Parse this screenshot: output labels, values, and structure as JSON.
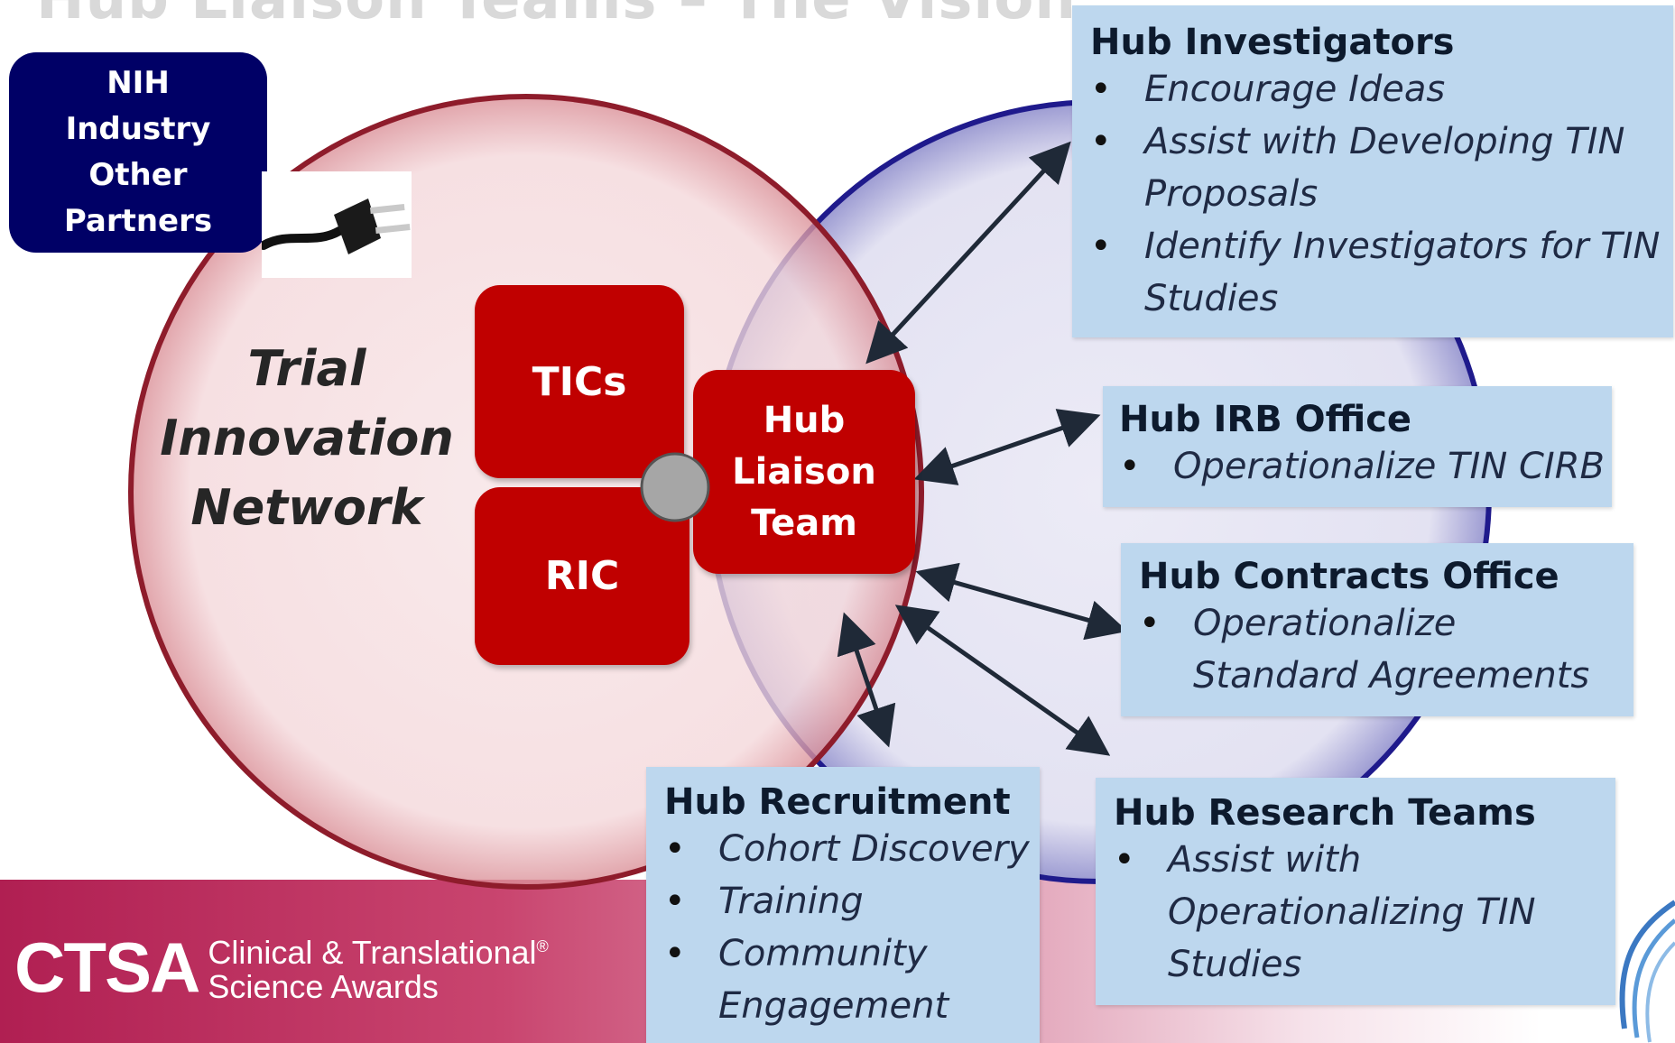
{
  "slide_title": "Hub Liaison Teams – The Vision",
  "partners": {
    "lines": [
      "NIH",
      "Industry",
      "Other",
      "Partners"
    ]
  },
  "network_label": [
    "Trial",
    "Innovation",
    "Network"
  ],
  "blocks": {
    "tics": "TICs",
    "ric": "RIC",
    "hub_liaison": [
      "Hub",
      "Liaison",
      "Team"
    ]
  },
  "boxes": {
    "investigators": {
      "title": "Hub Investigators",
      "items": [
        "Encourage Ideas",
        "Assist with Developing TIN Proposals",
        "Identify Investigators for TIN Studies"
      ]
    },
    "irb": {
      "title": "Hub IRB Office",
      "items": [
        "Operationalize TIN CIRB"
      ]
    },
    "contracts": {
      "title": "Hub Contracts Office",
      "items": [
        "Operationalize Standard Agreements"
      ]
    },
    "recruitment": {
      "title": "Hub Recruitment",
      "items": [
        "Cohort Discovery",
        "Training",
        "Community Engagement"
      ]
    },
    "research": {
      "title": "Hub Research Teams",
      "items": [
        "Assist with Operationalizing TIN Studies"
      ]
    }
  },
  "logo": {
    "acronym": "CTSA",
    "line1": "Clinical & Translational",
    "line2": "Science Awards",
    "mark": "®"
  },
  "colors": {
    "block_red": "#c00000",
    "partners_navy": "#000066",
    "box_blue": "#bdd7ee",
    "circle_left": "#f5d9dc",
    "circle_right": "#e3e2f2"
  }
}
